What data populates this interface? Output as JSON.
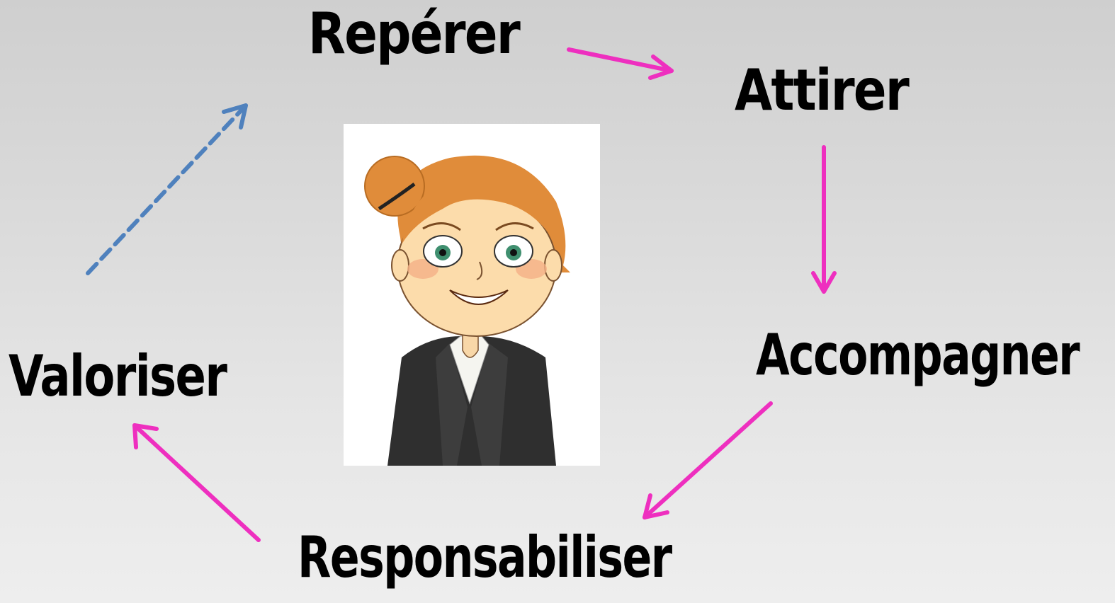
{
  "steps": {
    "reperer": "Repérer",
    "attirer": "Attirer",
    "accompagner": "Accompagner",
    "responsabiliser": "Responsabiliser",
    "valoriser": "Valoriser"
  },
  "colors": {
    "arrow": "#ee2fbf",
    "return_arrow": "#4f81bd",
    "text": "#000000"
  },
  "illustration": "cartoon-woman-portrait"
}
